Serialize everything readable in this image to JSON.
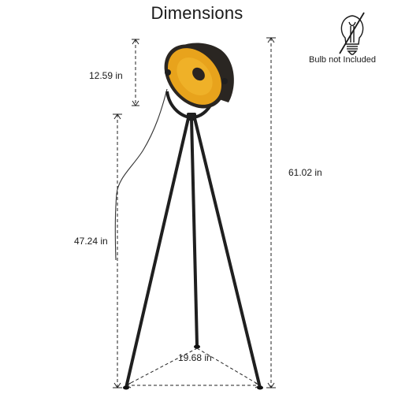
{
  "title": "Dimensions",
  "bulb_note": "Bulb not Included",
  "dimensions": {
    "lamp_head_height": "12.59 in",
    "tripod_height": "47.24 in",
    "total_height": "61.02 in",
    "base_width": "19.68 in"
  },
  "colors": {
    "frame": "#1f1f1f",
    "shade_interior": "#e8a31c",
    "shade_exterior": "#2a2622",
    "guide_line": "#222222"
  },
  "icons": [
    "bulb-crossed-icon",
    "lamp-head-icon",
    "tripod-icon"
  ]
}
